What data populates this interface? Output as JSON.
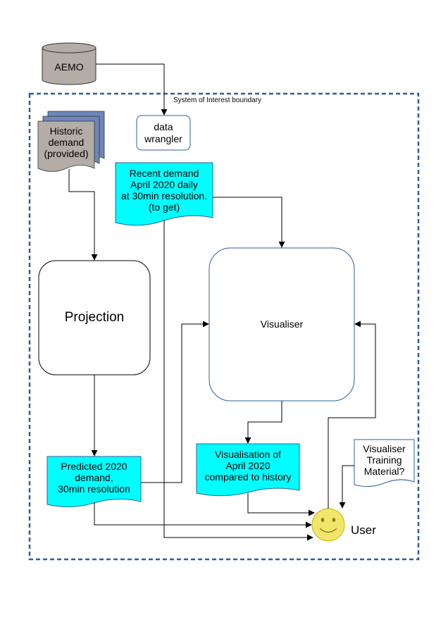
{
  "boundary": {
    "label": "System of Interest boundary",
    "color": "#2e5f9e"
  },
  "nodes": {
    "aemo": {
      "label": "AEMO",
      "fill": "#b4aca7"
    },
    "historic": {
      "label": "Historic\ndemand\n(provided)",
      "fill": "#b4aca7",
      "shadow": "#6e86b8"
    },
    "wrangler": {
      "label": "data\nwrangler"
    },
    "recent": {
      "label": "Recent demand\nApril 2020 daily\nat 30min resolution.\n(to get)",
      "fill": "#00ffff"
    },
    "projection": {
      "label": "Projection"
    },
    "visualiser": {
      "label": "Visualiser",
      "border": "#2e5f9e"
    },
    "predicted": {
      "label": "Predicted 2020\ndemand,\n30min resolution",
      "fill": "#00ffff"
    },
    "visualisation": {
      "label": "Visualisation of\nApril 2020\ncompared to history",
      "fill": "#00ffff"
    },
    "training": {
      "label": "Visualiser\nTraining\nMaterial?",
      "border": "#2e5f9e"
    },
    "user": {
      "label": "User",
      "face": "#f0e66c",
      "face_stroke": "#c9b400"
    }
  }
}
